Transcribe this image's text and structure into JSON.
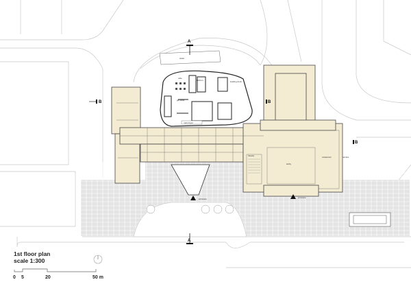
{
  "plan": {
    "title": "1st floor plan",
    "scale": "scale 1:300",
    "scale_bar": {
      "ticks": [
        "0",
        "5",
        "20",
        "50 m"
      ]
    },
    "section_markers": {
      "a_top": "A",
      "a_bottom": "A",
      "b_left": "B",
      "b_mid": "B",
      "b_right": "B"
    },
    "room_labels": {
      "water": "water",
      "cafe": "cafe",
      "kitchen": "kitchen",
      "loading_dock": "loading dock",
      "gift_shop": "gift shop",
      "main_foyer": "main foyer",
      "theatre": "theatre",
      "lobby": "lobby",
      "restaurant": "restaurant",
      "terrace": "terrace",
      "entrance_1": "entrance",
      "entrance_2": "entrance"
    },
    "colors": {
      "building_fill": "#f3ecd2",
      "wall": "#222222",
      "paving": "#d8d8d8"
    }
  }
}
